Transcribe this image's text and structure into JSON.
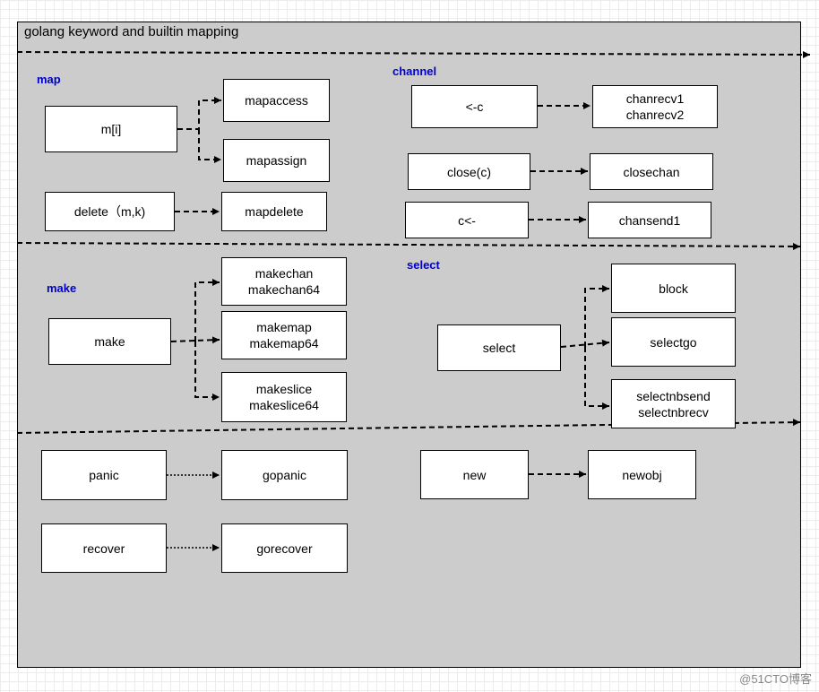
{
  "title": "golang keyword and builtin mapping",
  "sections": {
    "map": "map",
    "channel": "channel",
    "make": "make",
    "select": "select"
  },
  "nodes": {
    "m_index": "m[i]",
    "mapaccess": "mapaccess",
    "mapassign": "mapassign",
    "delete": "delete（m,k)",
    "mapdelete": "mapdelete",
    "recv_op": "<-c",
    "chanrecv": [
      "chanrecv1",
      "chanrecv2"
    ],
    "close": "close(c)",
    "closechan": "closechan",
    "send_op": "c<-",
    "chansend1": "chansend1",
    "make": "make",
    "makechan": [
      "makechan",
      "makechan64"
    ],
    "makemap": [
      "makemap",
      "makemap64"
    ],
    "makeslice": [
      "makeslice",
      "makeslice64"
    ],
    "select": "select",
    "block": "block",
    "selectgo": "selectgo",
    "selectnb": [
      "selectnbsend",
      "selectnbrecv"
    ],
    "panic": "panic",
    "gopanic": "gopanic",
    "recover": "recover",
    "gorecover": "gorecover",
    "new": "new",
    "newobj": "newobj"
  },
  "watermark": "@51CTO博客"
}
